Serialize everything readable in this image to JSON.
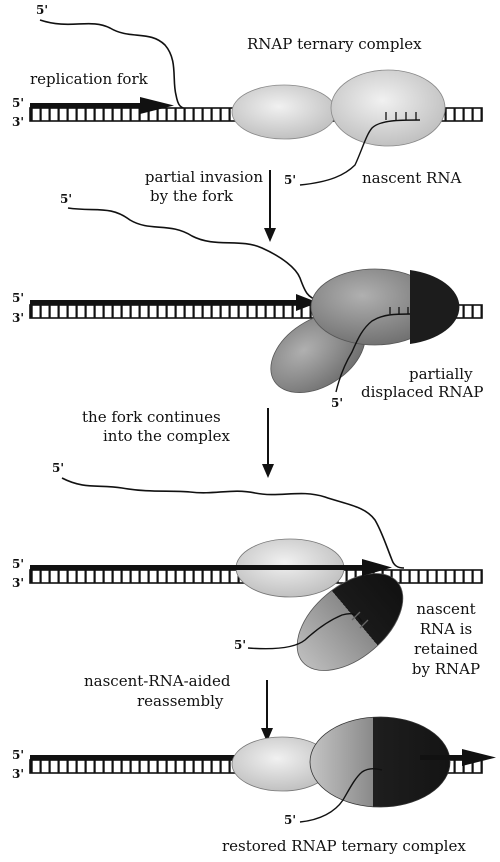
{
  "colors": {
    "ink": "#111111",
    "rnap_light": "#d6d6d6",
    "rnap_mid": "#8c8c8c",
    "rnap_dark": "#1c1c1c"
  },
  "strand_labels": {
    "five_prime": "5'",
    "three_prime": "3'"
  },
  "stage1": {
    "title": "RNAP ternary complex",
    "fork_label": "replication fork",
    "rna_label": "nascent RNA",
    "rna_end": "5'",
    "parent_end": "5'"
  },
  "step1": {
    "line1": "partial invasion",
    "line2": "by the fork"
  },
  "stage2": {
    "parent_end": "5'",
    "rnap_label_line1": "partially",
    "rnap_label_line2": "displaced RNAP",
    "rna_end": "5'"
  },
  "step2": {
    "line1": "the fork continues",
    "line2": "into the complex"
  },
  "stage3": {
    "parent_end": "5'",
    "rna_end": "5'",
    "retained_line1": "nascent",
    "retained_line2": "RNA is",
    "retained_line3": "retained",
    "retained_line4": "by RNAP"
  },
  "step3": {
    "line1": "nascent-RNA-aided",
    "line2": "reassembly"
  },
  "stage4": {
    "rna_end": "5'",
    "title": "restored RNAP ternary complex"
  }
}
